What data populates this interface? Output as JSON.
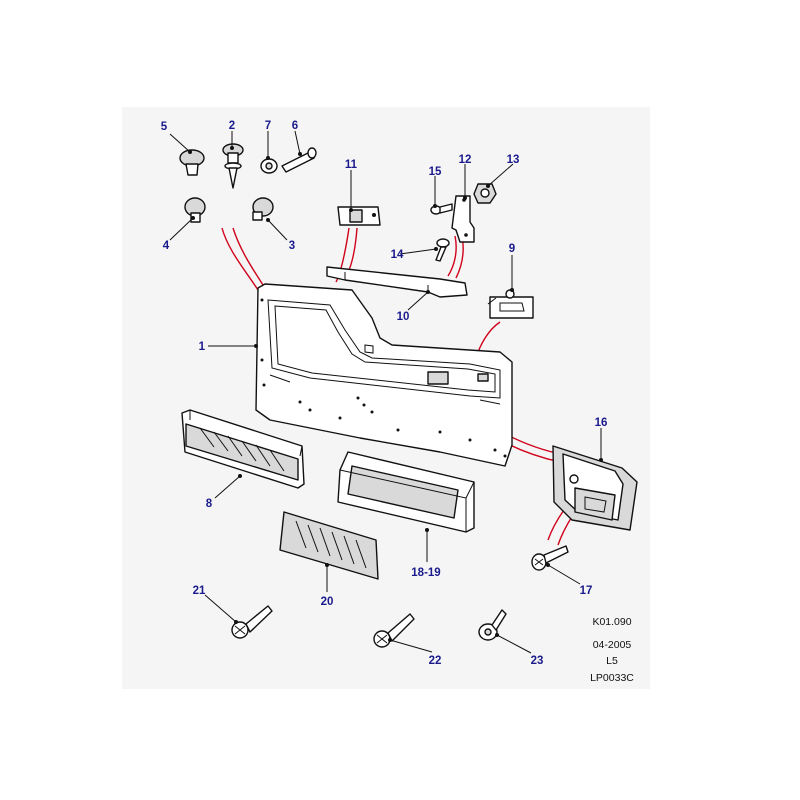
{
  "diagram": {
    "callouts": [
      "1",
      "2",
      "3",
      "4",
      "5",
      "6",
      "7",
      "8",
      "9",
      "10",
      "11",
      "12",
      "13",
      "14",
      "15",
      "16",
      "17",
      "18-19",
      "20",
      "21",
      "22",
      "23"
    ],
    "reference": {
      "code": "K01.090",
      "date": "04-2005",
      "sheet": "L5",
      "drawing_id": "LP0033C"
    }
  }
}
